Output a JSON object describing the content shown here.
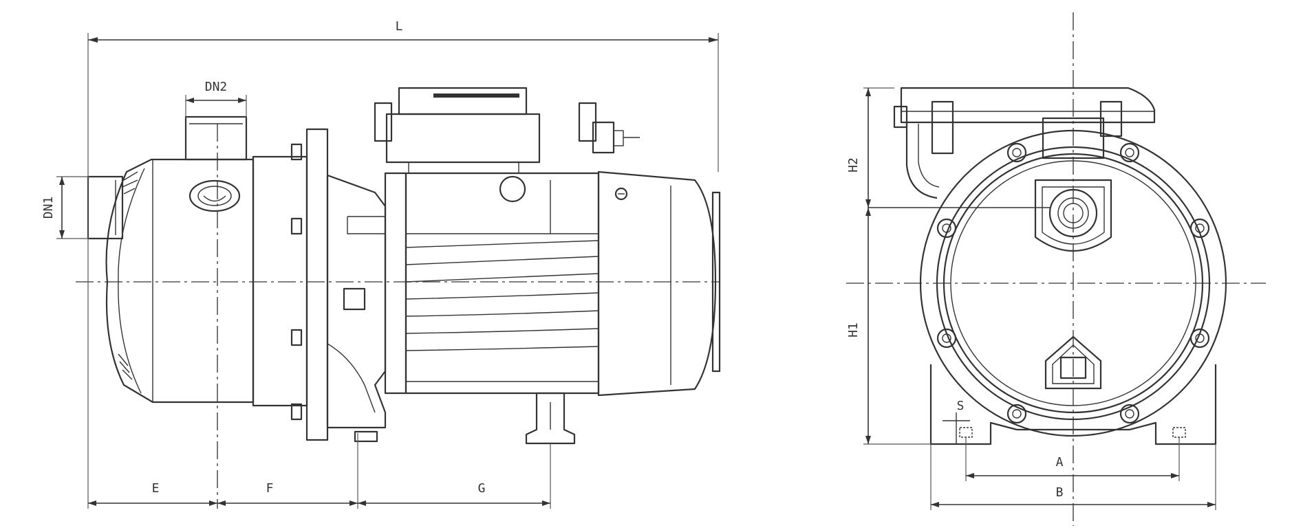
{
  "side_view": {
    "dimensions": {
      "overall_length": "L",
      "discharge": "DN2",
      "suction": "DN1",
      "e": "E",
      "f": "F",
      "g": "G"
    }
  },
  "front_view": {
    "dimensions": {
      "h2": "H2",
      "h1": "H1",
      "s": "S",
      "a": "A",
      "b": "B"
    }
  },
  "colors": {
    "line": "#333333",
    "background": "#ffffff"
  }
}
